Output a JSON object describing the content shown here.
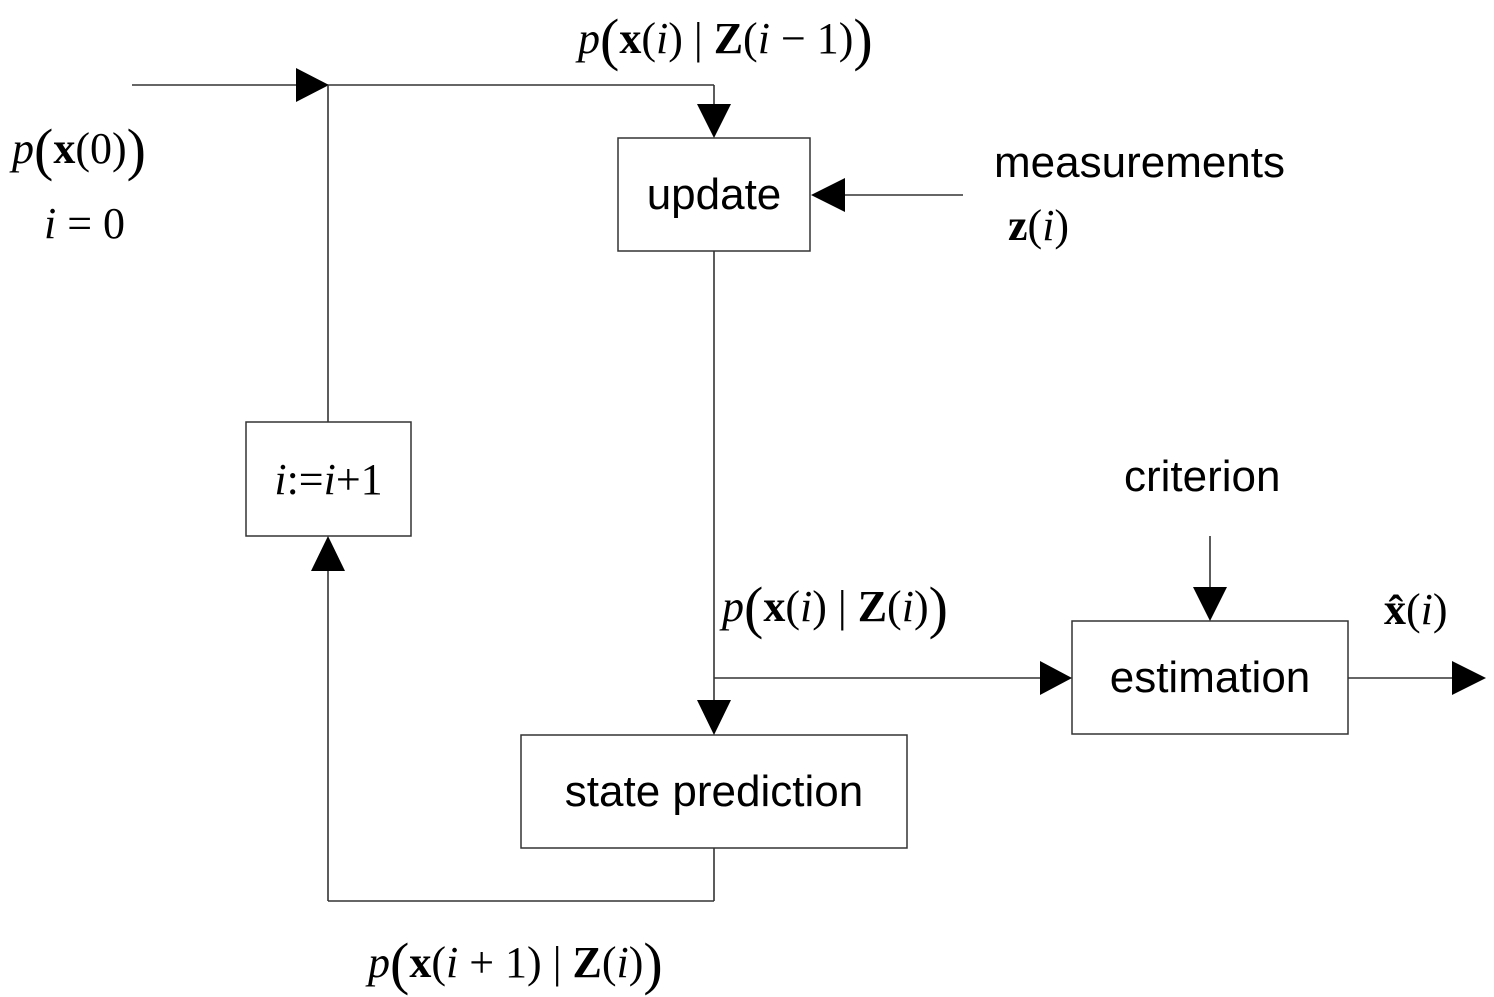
{
  "diagram": {
    "title": "Recursive Bayesian estimation loop",
    "boxes": {
      "update": "update",
      "state_prediction": "state prediction",
      "estimation": "estimation",
      "increment": {
        "a": "i",
        "b": ":=",
        "c": "i",
        "d": "+1"
      }
    },
    "inputs": {
      "measurements_label": "measurements",
      "measurements_symbol": {
        "bold": "z",
        "open": "(",
        "var": "i",
        "close": ")"
      },
      "criterion_label": "criterion",
      "initial_density": {
        "p": "p",
        "lp": "(",
        "bold": "x",
        "arg": "(0)",
        "rp": ")"
      },
      "initial_index": {
        "var": "i",
        "eq": " = 0"
      }
    },
    "densities": {
      "prior": {
        "p": "p",
        "lp": "(",
        "x": "x",
        "xarg_open": "(",
        "xvar": "i",
        "xarg_close": ")",
        "bar": " | ",
        "Z": "Z",
        "zarg_open": "(",
        "zvar": "i",
        "zarg_rest": " − 1)",
        "rp": ")"
      },
      "posterior": {
        "p": "p",
        "lp": "(",
        "x": "x",
        "xarg_open": "(",
        "xvar": "i",
        "xarg_close": ")",
        "bar": " | ",
        "Z": "Z",
        "zarg_open": "(",
        "zvar": "i",
        "zarg_rest": ")",
        "rp": ")"
      },
      "predicted": {
        "p": "p",
        "lp": "(",
        "x": "x",
        "xarg_open": "(",
        "xvar": "i",
        "xarg_close": " + 1)",
        "bar": " | ",
        "Z": "Z",
        "zarg_open": "(",
        "zvar": "i",
        "zarg_rest": ")",
        "rp": ")"
      }
    },
    "output": {
      "hat_x": "x̂",
      "open": "(",
      "var": "i",
      "close": ")"
    }
  }
}
